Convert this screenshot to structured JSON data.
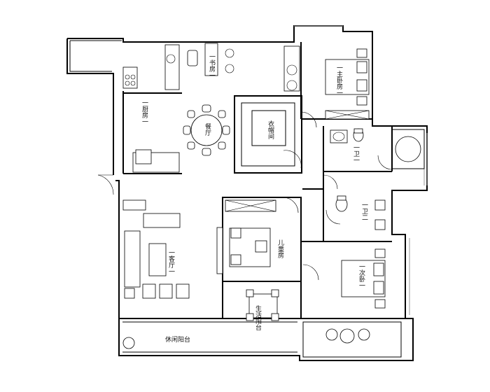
{
  "rooms": {
    "master_bedroom": "一主卧房一",
    "study": "一书房一",
    "dining": "餐厅",
    "kitchen": "一厨房一",
    "cloakroom": "衣帽间",
    "bathroom1": "一卫一",
    "bathroom2": "一卫二",
    "son_bedroom": "儿童房",
    "living_room": "一客厅一",
    "second_bedroom": "一次卧一",
    "leisure_balcony": "休闲阳台",
    "living_balcony": "生活阳台"
  }
}
